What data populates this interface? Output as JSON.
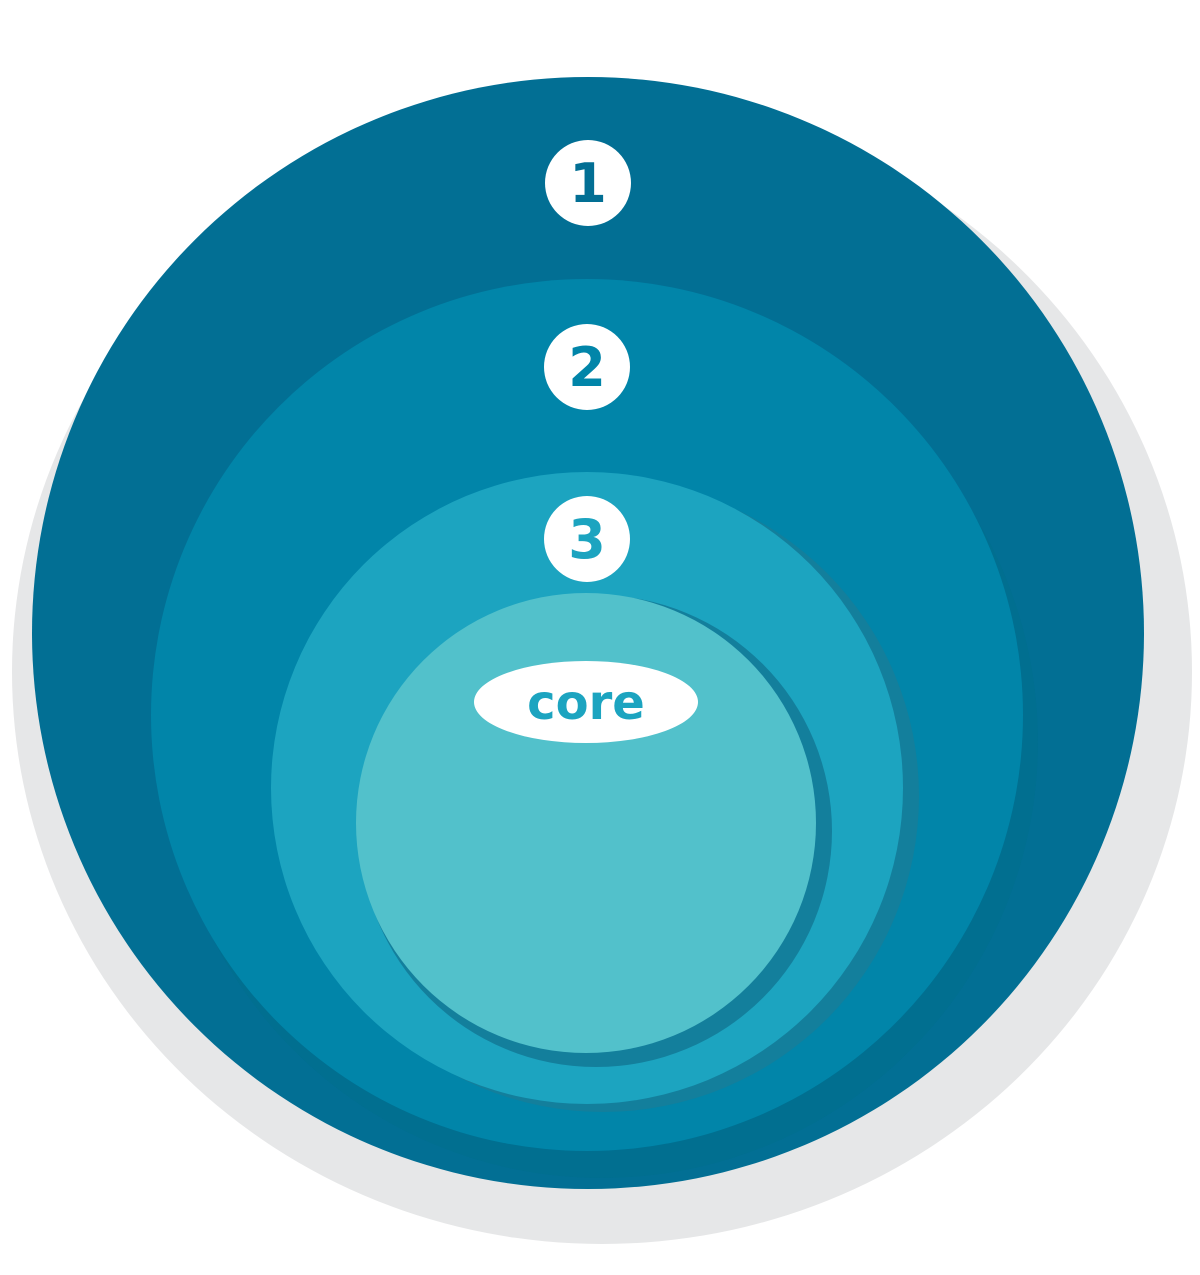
{
  "diagram": {
    "type": "nested-circles",
    "colors": {
      "shadow": "#e6e7e8",
      "ring_1": "#026f94",
      "ring_1_shade": "#015e80",
      "ring_2": "#0185a9",
      "ring_2_shade": "#016f90",
      "ring_3": "#1ca4c0",
      "ring_3_shade": "#137f9c",
      "core": "#52c1cb",
      "badge": "#ffffff"
    },
    "layers": [
      {
        "id": "ring-1",
        "label": "1"
      },
      {
        "id": "ring-2",
        "label": "2"
      },
      {
        "id": "ring-3",
        "label": "3"
      },
      {
        "id": "core",
        "label": "core"
      }
    ]
  }
}
